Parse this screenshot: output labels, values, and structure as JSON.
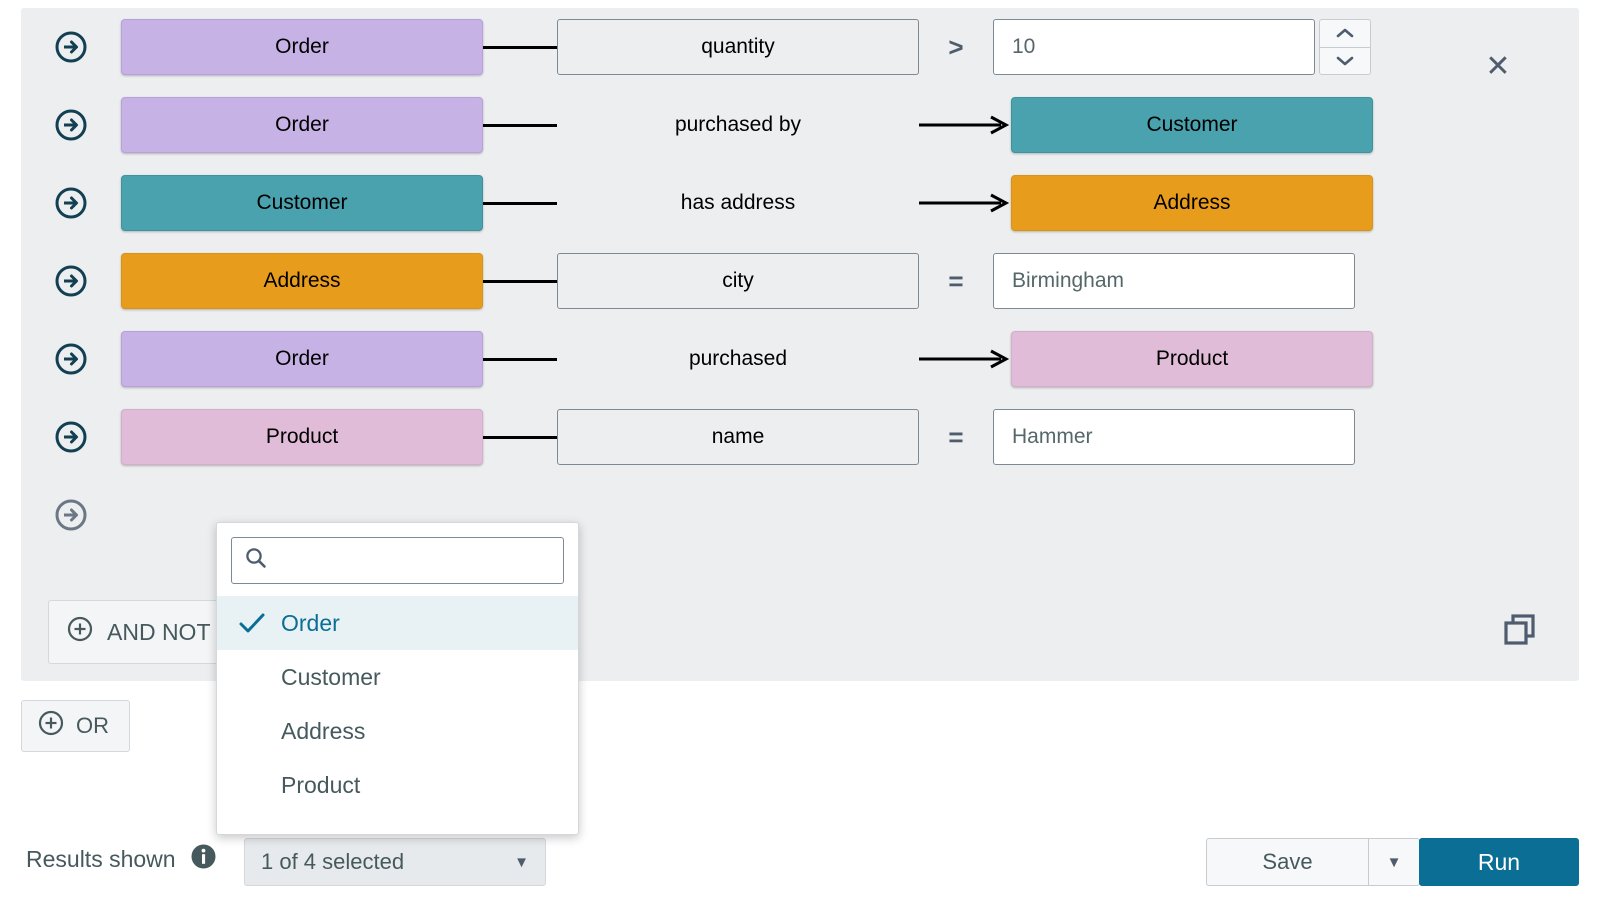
{
  "panel": {
    "close_label": "✕",
    "rows": [
      {
        "kind": "property",
        "icon": "circle-arrow-right-icon",
        "entity": "Order",
        "entity_color_key": "order",
        "property": "quantity",
        "operator": ">",
        "value": "10",
        "value_type": "number"
      },
      {
        "kind": "relationship",
        "icon": "circle-arrow-right-icon",
        "entity": "Order",
        "entity_color_key": "order",
        "relationship": "purchased by",
        "target": "Customer",
        "target_color_key": "customer"
      },
      {
        "kind": "relationship",
        "icon": "circle-arrow-right-icon",
        "entity": "Customer",
        "entity_color_key": "customer",
        "relationship": "has address",
        "target": "Address",
        "target_color_key": "address"
      },
      {
        "kind": "property",
        "icon": "circle-arrow-right-icon",
        "entity": "Address",
        "entity_color_key": "address",
        "property": "city",
        "operator": "=",
        "value": "Birmingham",
        "value_type": "text"
      },
      {
        "kind": "relationship",
        "icon": "circle-arrow-right-icon",
        "entity": "Order",
        "entity_color_key": "order",
        "relationship": "purchased",
        "target": "Product",
        "target_color_key": "product"
      },
      {
        "kind": "property",
        "icon": "circle-arrow-right-icon",
        "entity": "Product",
        "entity_color_key": "product",
        "property": "name",
        "operator": "=",
        "value": "Hammer",
        "value_type": "text"
      },
      {
        "kind": "empty",
        "icon": "circle-arrow-right-icon"
      }
    ],
    "and_not_label": "AND NOT",
    "copy_icon": "copy-icon"
  },
  "or_button": {
    "label": "OR",
    "icon": "plus-circle-icon"
  },
  "dropdown": {
    "search_placeholder": "",
    "search_value": "",
    "search_icon": "search-icon",
    "items": [
      {
        "label": "Order",
        "selected": true
      },
      {
        "label": "Customer",
        "selected": false
      },
      {
        "label": "Address",
        "selected": false
      },
      {
        "label": "Product",
        "selected": false
      }
    ]
  },
  "bottom": {
    "results_label": "Results shown",
    "info_icon": "info-icon",
    "select_value": "1 of 4 selected",
    "save_label": "Save",
    "run_label": "Run"
  },
  "colors": {
    "order": "#c7b2e6",
    "customer": "#49a2ad",
    "address": "#e89c1c",
    "product": "#e0bcd8",
    "panel_bg": "#eceef0",
    "accent": "#0b6e95",
    "icon": "#123f52",
    "muted_icon": "#4e5c6e"
  }
}
